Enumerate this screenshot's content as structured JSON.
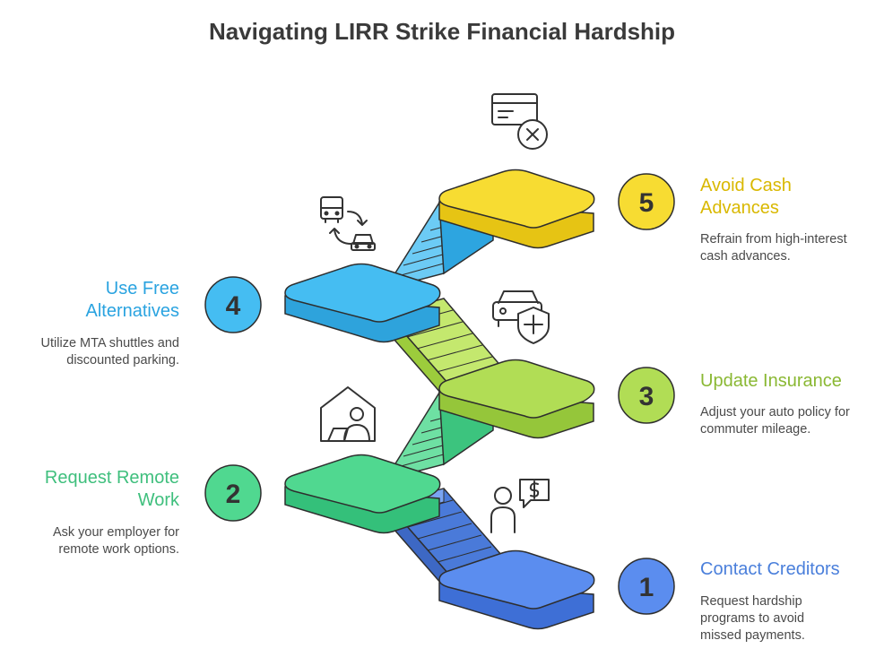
{
  "title": "Navigating LIRR Strike Financial Hardship",
  "steps": [
    {
      "number": "1",
      "title": "Contact Creditors",
      "description": "Request hardship programs to avoid missed payments.",
      "icon": "person-dollar-icon",
      "color": "#5b8def",
      "text_color": "#4a7fdb"
    },
    {
      "number": "2",
      "title": "Request Remote Work",
      "description": "Ask your employer for remote work options.",
      "icon": "home-office-icon",
      "color": "#46d08a",
      "text_color": "#3fbf7d"
    },
    {
      "number": "3",
      "title": "Update Insurance",
      "description": "Adjust your auto policy for commuter mileage.",
      "icon": "car-insurance-icon",
      "color": "#a8d94c",
      "text_color": "#8ab833"
    },
    {
      "number": "4",
      "title": "Use Free Alternatives",
      "description": "Utilize MTA shuttles and discounted parking.",
      "icon": "bus-car-swap-icon",
      "color": "#3ab4ee",
      "text_color": "#2aa3e0"
    },
    {
      "number": "5",
      "title": "Avoid Cash Advances",
      "description": "Refrain from high-interest cash advances.",
      "icon": "card-cancel-icon",
      "color": "#f5d92d",
      "text_color": "#d9b800"
    }
  ]
}
